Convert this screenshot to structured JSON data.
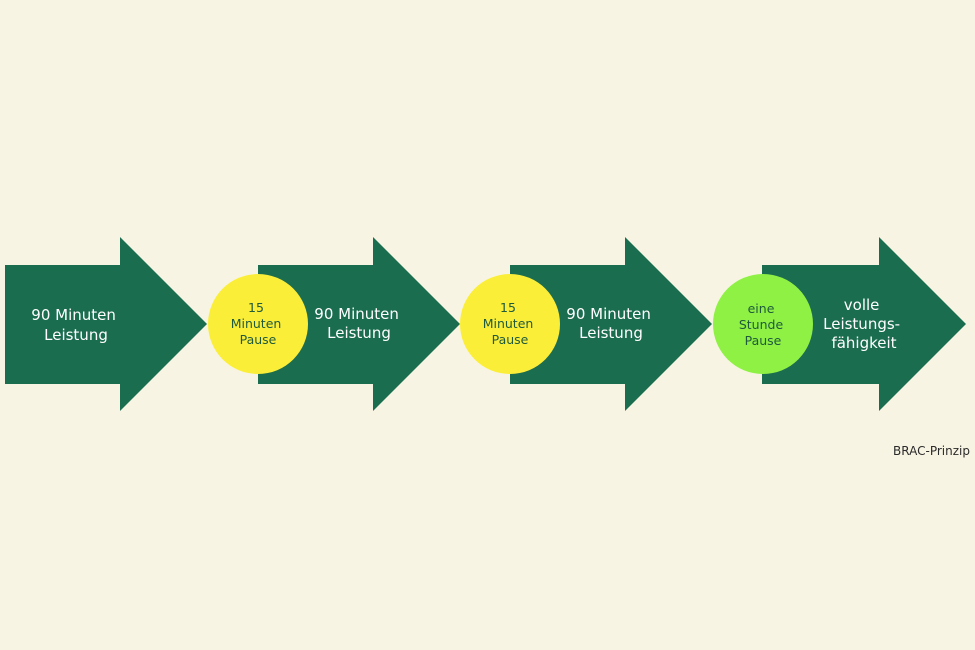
{
  "colors": {
    "background": "#f8f4e3",
    "arrow": "#1b6d50",
    "short_pause": "#fbee39",
    "long_pause": "#8ef144",
    "arrow_text": "#ffffff",
    "circle_text": "#1f5a3c"
  },
  "steps": [
    {
      "kind": "arrow",
      "lines": [
        "90 Minuten",
        "Leistung"
      ]
    },
    {
      "kind": "pause",
      "variant": "short",
      "lines": [
        "15",
        "Minuten",
        "Pause"
      ]
    },
    {
      "kind": "arrow",
      "lines": [
        "90 Minuten",
        "Leistung"
      ]
    },
    {
      "kind": "pause",
      "variant": "short",
      "lines": [
        "15",
        "Minuten",
        "Pause"
      ]
    },
    {
      "kind": "arrow",
      "lines": [
        "90 Minuten",
        "Leistung"
      ]
    },
    {
      "kind": "pause",
      "variant": "long",
      "lines": [
        "eine",
        "Stunde",
        "Pause"
      ]
    },
    {
      "kind": "arrow",
      "lines": [
        "volle",
        "Leistungs-",
        "fähigkeit"
      ]
    }
  ],
  "caption": "BRAC-Prinzip"
}
